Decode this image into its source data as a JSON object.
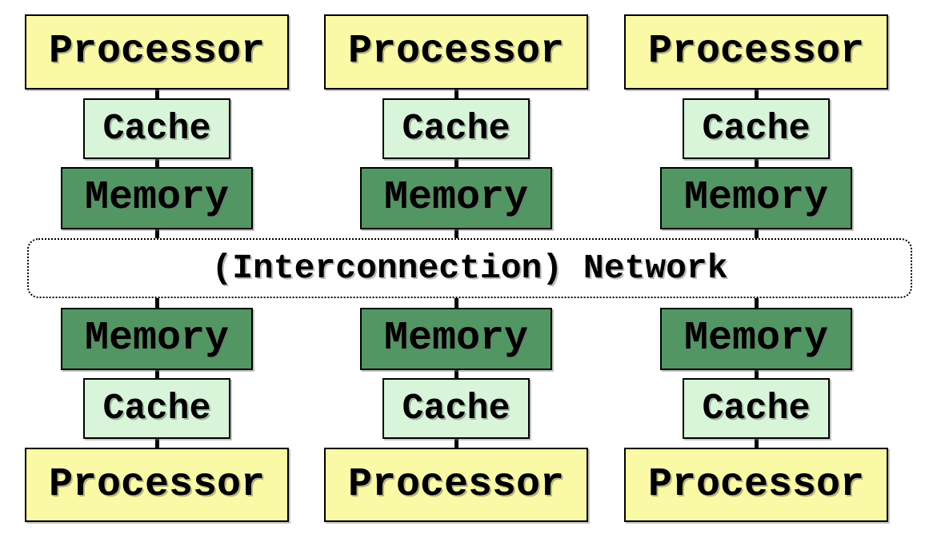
{
  "diagram": {
    "network_label": "(Interconnection) Network",
    "columns": [
      {
        "top": [
          "Processor",
          "Cache",
          "Memory"
        ],
        "bottom": [
          "Memory",
          "Cache",
          "Processor"
        ]
      },
      {
        "top": [
          "Processor",
          "Cache",
          "Memory"
        ],
        "bottom": [
          "Memory",
          "Cache",
          "Processor"
        ]
      },
      {
        "top": [
          "Processor",
          "Cache",
          "Memory"
        ],
        "bottom": [
          "Memory",
          "Cache",
          "Processor"
        ]
      }
    ],
    "colors": {
      "processor_fill": "#FAFAA6",
      "cache_fill": "#D8F5DA",
      "memory_fill": "#529663",
      "network_fill": "#FFFFFF",
      "border": "#000000"
    }
  }
}
